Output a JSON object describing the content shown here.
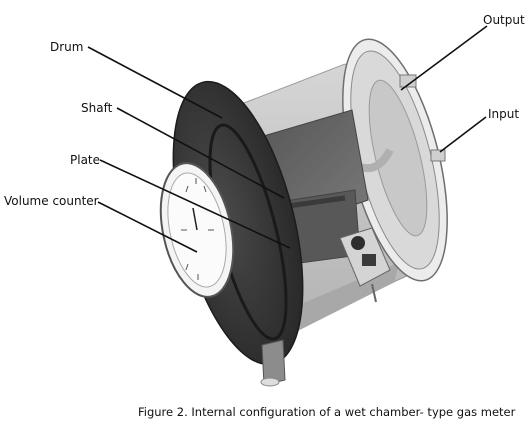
{
  "labels": {
    "drum": "Drum",
    "shaft": "Shaft",
    "plate": "Plate",
    "volume_counter": "Volume counter",
    "output": "Output",
    "input": "Input"
  },
  "caption": "Figure 2. Internal configuration of a wet chamber- type gas meter",
  "colors": {
    "disc": "#3d3d3d",
    "drum_body": "#c4c4c4",
    "plate": "#6a6a6a",
    "leader_line": "#111111"
  }
}
